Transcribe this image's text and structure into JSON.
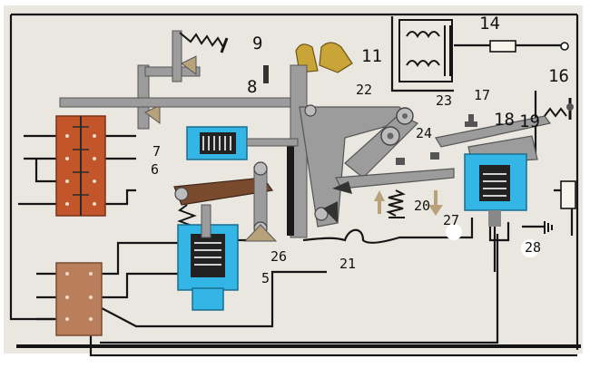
{
  "diagram": {
    "colors": {
      "background": "#e9e7e0",
      "wire": "#151515",
      "steel": "#9c9c9c",
      "steel_dark": "#6e6e6e",
      "terminal_block": "#c2562a",
      "terminal_block_lower": "#b97f5c",
      "coil_blue": "#33b5e5",
      "pivot_brown": "#7a4a2e",
      "contact_gold": "#c9a437",
      "arrow_tan": "#b7a27b"
    },
    "labels": [
      {
        "id": "14",
        "text": "14"
      },
      {
        "id": "9",
        "text": "9"
      },
      {
        "id": "11",
        "text": "11"
      },
      {
        "id": "16",
        "text": "16"
      },
      {
        "id": "8",
        "text": "8"
      },
      {
        "id": "22",
        "text": "22"
      },
      {
        "id": "23",
        "text": "23"
      },
      {
        "id": "17",
        "text": "17"
      },
      {
        "id": "18",
        "text": "18"
      },
      {
        "id": "19",
        "text": "19"
      },
      {
        "id": "7",
        "text": "7"
      },
      {
        "id": "24",
        "text": "24"
      },
      {
        "id": "6",
        "text": "6"
      },
      {
        "id": "20",
        "text": "20"
      },
      {
        "id": "27",
        "text": "27"
      },
      {
        "id": "26",
        "text": "26"
      },
      {
        "id": "5",
        "text": "5"
      },
      {
        "id": "28",
        "text": "28"
      },
      {
        "id": "21",
        "text": "21"
      }
    ]
  }
}
